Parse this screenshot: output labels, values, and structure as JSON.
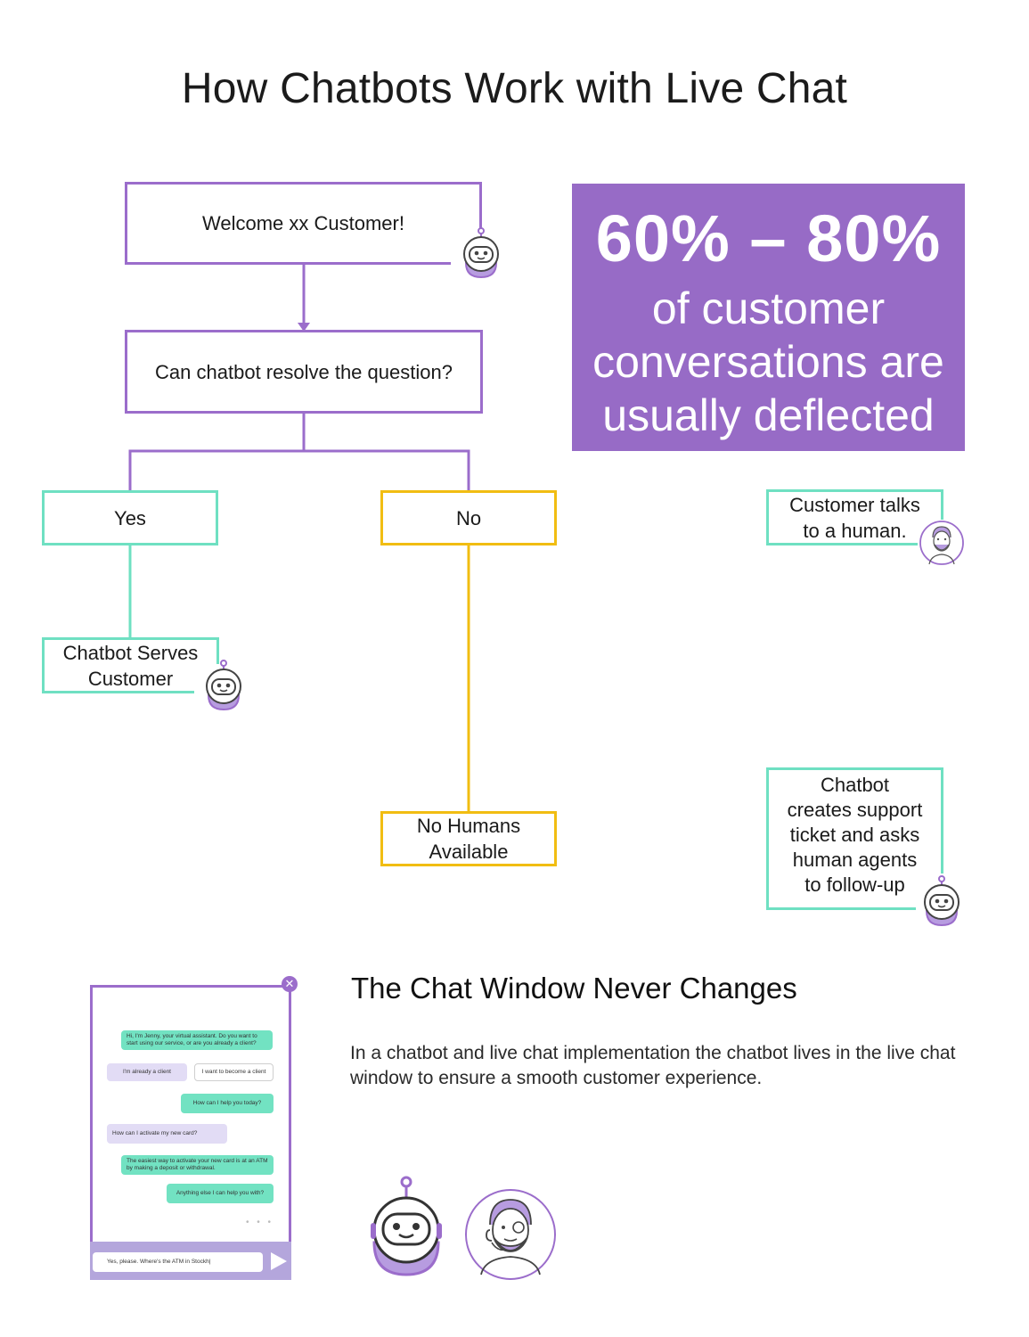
{
  "title": "How Chatbots Work with Live Chat",
  "flow": {
    "welcome": "Welcome xx Customer!",
    "question": "Can chatbot resolve the question?",
    "yes": "Yes",
    "no": "No",
    "talks_line1": "Customer talks",
    "talks_line2": "to a human.",
    "serves_line1": "Chatbot Serves",
    "serves_line2": "Customer",
    "nohumans_line1": "No Humans",
    "nohumans_line2": "Available",
    "ticket_lines": [
      "Chatbot",
      "creates support",
      "ticket and asks",
      "human agents",
      "to follow-up"
    ]
  },
  "stat": {
    "big": "60% – 80%",
    "line1": "of customer",
    "line2": "conversations are",
    "line3": "usually deflected"
  },
  "section": {
    "heading": "The Chat Window Never Changes",
    "body": "In a chatbot and live chat implementation the chatbot lives in the live chat window to ensure a smooth customer experience."
  },
  "chat": {
    "close": "✕",
    "msg1": "Hi, I'm Jenny, your virtual assistant. Do you want to start using our service, or are you already a client?",
    "opt1": "I'm already a client",
    "opt2": "I want to become a client",
    "msg2": "How can I help you today?",
    "user1": "How can I activate my new card?",
    "msg3": "The easiest way to activate your new card is at an ATM by making a deposit or withdrawal.",
    "msg4": "Anything else I can help you with?",
    "dots": "• • •",
    "input": "Yes, please. Where's the ATM in Stockh|"
  },
  "colors": {
    "purple": "#9b6dcb",
    "stat_bg": "#976bc6",
    "green": "#6fe0c2",
    "yellow": "#f1bd12"
  },
  "icons": [
    "robot-icon",
    "human-agent-icon",
    "close-icon",
    "send-icon"
  ]
}
